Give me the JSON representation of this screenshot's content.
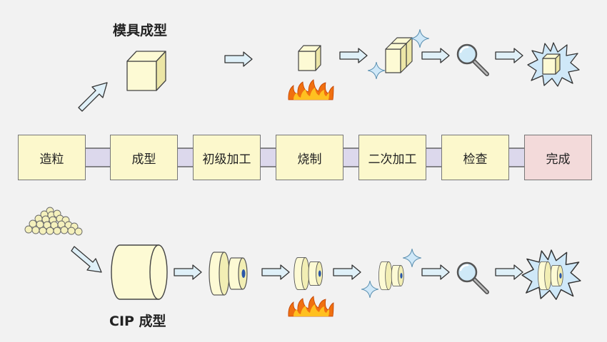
{
  "top_label": "模具成型",
  "bottom_label": "CIP 成型",
  "steps": [
    {
      "label": "造粒"
    },
    {
      "label": "成型"
    },
    {
      "label": "初级加工"
    },
    {
      "label": "烧制"
    },
    {
      "label": "二次加工"
    },
    {
      "label": "检查"
    },
    {
      "label": "完成"
    }
  ],
  "colors": {
    "step_fill": "#fcf8cc",
    "final_step_fill": "#f3dada",
    "connector_fill": "#dcd8ec",
    "arrow_fill": "#dff0f8",
    "flame_outer": "#f07010",
    "flame_inner": "#ffc020",
    "sparkle": "#cfe8f8"
  }
}
